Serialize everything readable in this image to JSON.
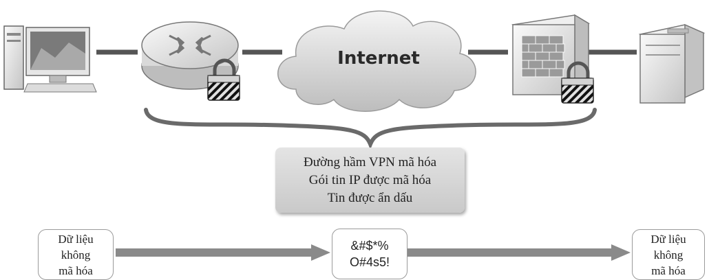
{
  "internet": {
    "label": "Internet"
  },
  "tunnel": {
    "lines": [
      "Đường hầm VPN mã hóa",
      "Gói tin IP được mã hóa",
      "Tin được ẩn dấu"
    ]
  },
  "plaintext_left": {
    "lines": [
      "Dữ liệu",
      "không",
      "mã hóa"
    ]
  },
  "ciphertext": {
    "lines": [
      "&#$*%",
      "O#4s5!"
    ]
  },
  "plaintext_right": {
    "lines": [
      "Dữ liệu",
      "không",
      "mã hóa"
    ]
  },
  "icons": [
    "desktop-computer-icon",
    "router-icon",
    "lock-icon",
    "cloud-icon",
    "firewall-icon",
    "lock-icon",
    "server-icon"
  ]
}
